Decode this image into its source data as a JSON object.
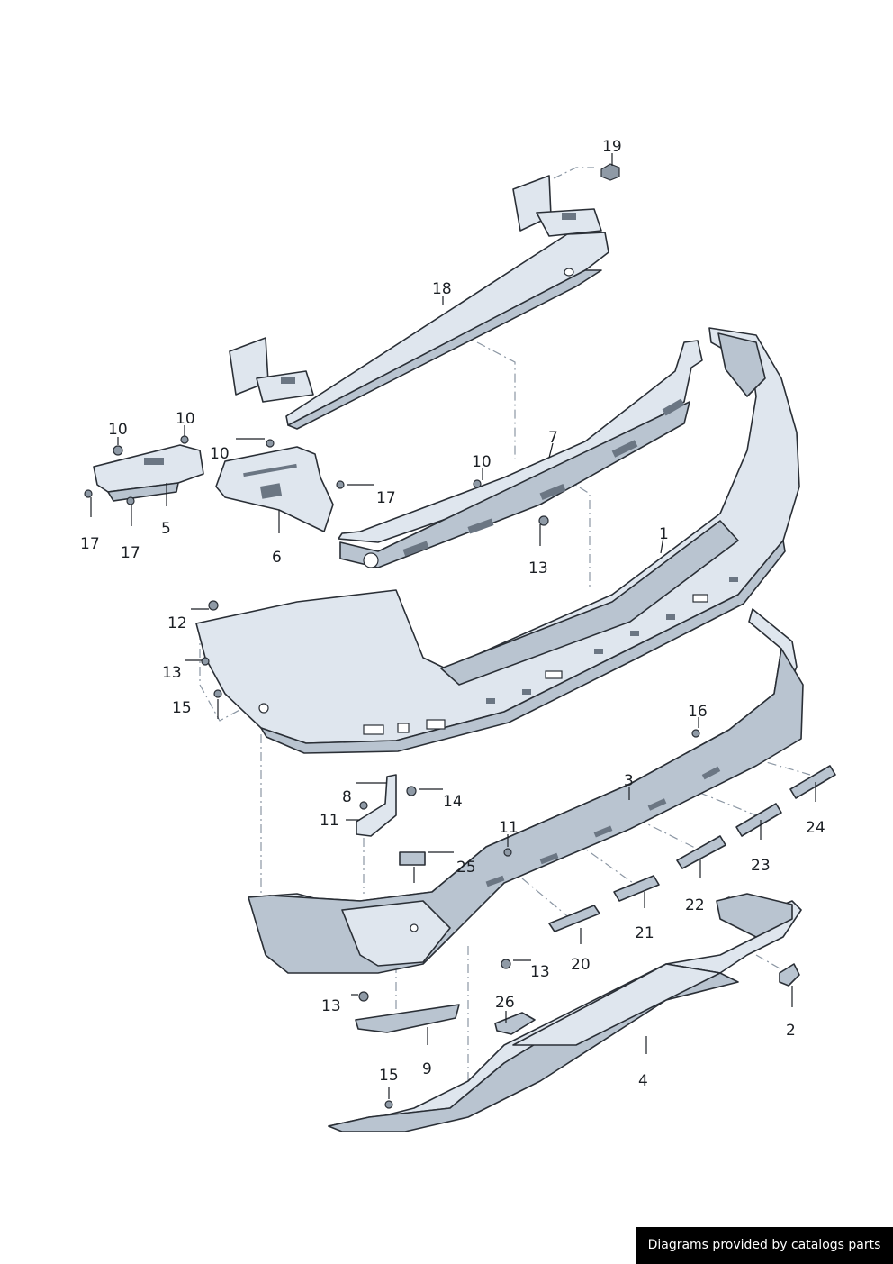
{
  "callouts": [
    {
      "label": "19"
    },
    {
      "label": "18"
    },
    {
      "label": "7"
    },
    {
      "label": "10"
    },
    {
      "label": "10"
    },
    {
      "label": "10"
    },
    {
      "label": "10"
    },
    {
      "label": "17"
    },
    {
      "label": "17"
    },
    {
      "label": "17"
    },
    {
      "label": "5"
    },
    {
      "label": "6"
    },
    {
      "label": "13"
    },
    {
      "label": "1"
    },
    {
      "label": "12"
    },
    {
      "label": "13"
    },
    {
      "label": "15"
    },
    {
      "label": "16"
    },
    {
      "label": "3"
    },
    {
      "label": "8"
    },
    {
      "label": "14"
    },
    {
      "label": "11"
    },
    {
      "label": "11"
    },
    {
      "label": "25"
    },
    {
      "label": "24"
    },
    {
      "label": "23"
    },
    {
      "label": "22"
    },
    {
      "label": "21"
    },
    {
      "label": "20"
    },
    {
      "label": "13"
    },
    {
      "label": "13"
    },
    {
      "label": "26"
    },
    {
      "label": "9"
    },
    {
      "label": "4"
    },
    {
      "label": "2"
    },
    {
      "label": "15"
    }
  ],
  "credit": "Diagrams provided by catalogs parts",
  "colors": {
    "part_fill": "#dfe6ee",
    "part_shade": "#b9c4d0",
    "outline": "#2a2f36",
    "credit_bg": "#000000"
  }
}
